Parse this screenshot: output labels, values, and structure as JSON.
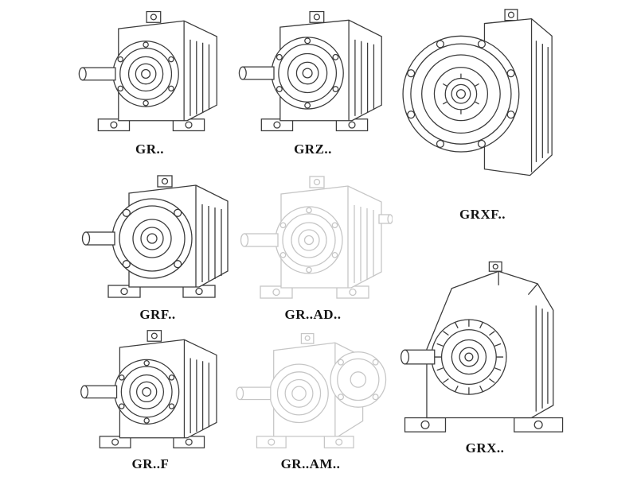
{
  "page": {
    "background": "#ffffff",
    "line_color_solid": "#3b3b3b",
    "line_color_ghost": "#c6c6c6",
    "description": "Catalog sheet of GR-series helical gear reducer technical drawings"
  },
  "items": [
    {
      "id": "gr",
      "label": "GR..",
      "variant": "foot-mounted",
      "ghost": false
    },
    {
      "id": "grz",
      "label": "GRZ..",
      "variant": "foot-mounted-large",
      "ghost": false
    },
    {
      "id": "grxf",
      "label": "GRXF..",
      "variant": "flange-face",
      "ghost": false
    },
    {
      "id": "grf",
      "label": "GRF..",
      "variant": "output-flange",
      "ghost": false
    },
    {
      "id": "grad",
      "label": "GR..AD..",
      "variant": "shaft-input-adapter",
      "ghost": true
    },
    {
      "id": "grfoot",
      "label": "GR..F",
      "variant": "foot-mounted",
      "ghost": false
    },
    {
      "id": "gram",
      "label": "GR..AM..",
      "variant": "motor-adapter-flange",
      "ghost": true
    },
    {
      "id": "grx",
      "label": "GRX..",
      "variant": "large-foot-mounted",
      "ghost": false
    }
  ]
}
